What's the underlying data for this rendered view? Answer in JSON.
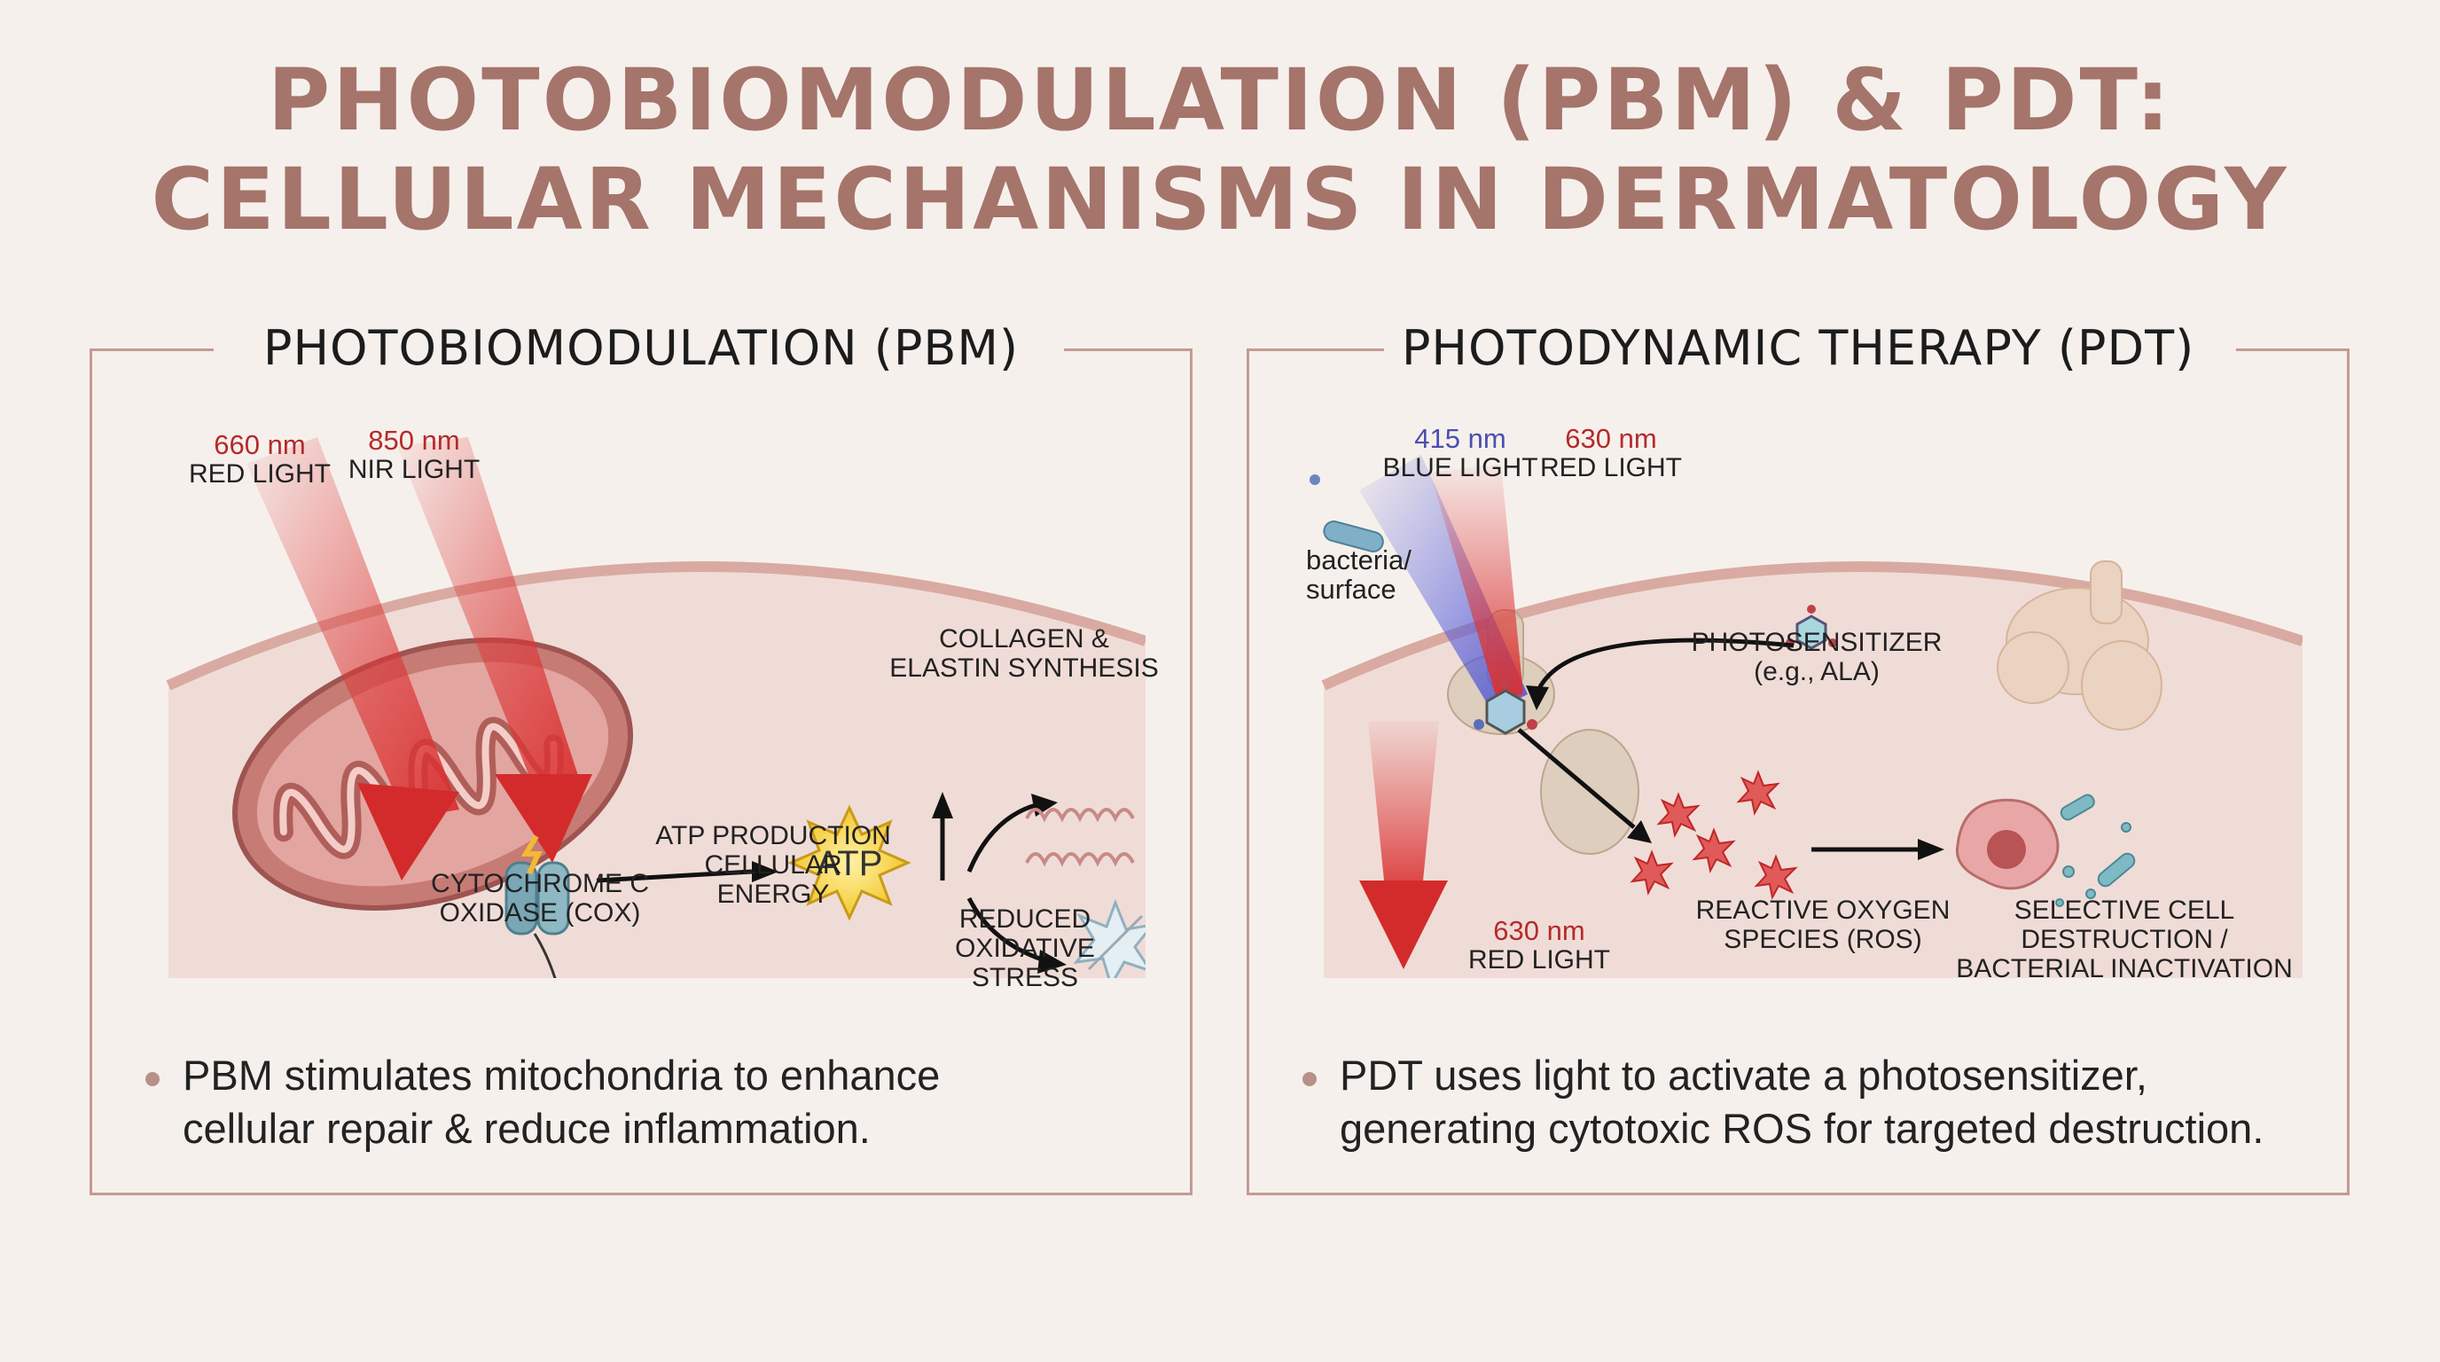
{
  "title": {
    "line1": "PHOTOBIOMODULATION (PBM) & PDT:",
    "line2": "CELLULAR MECHANISMS IN DERMATOLOGY"
  },
  "pbm": {
    "heading": "PHOTOBIOMODULATION (PBM)",
    "light1": {
      "wavelength": "660 nm",
      "label": "RED LIGHT"
    },
    "light2": {
      "wavelength": "850 nm",
      "label": "NIR LIGHT"
    },
    "cox": {
      "line1": "CYTOCHROME C",
      "line2": "OXIDASE (COX)"
    },
    "atp_badge": "ATP",
    "atp": {
      "line1": "ATP PRODUCTION",
      "line2": "CELLULAR",
      "line3": "ENERGY"
    },
    "collagen": {
      "line1": "COLLAGEN &",
      "line2": "ELASTIN SYNTHESIS"
    },
    "oxidative": {
      "line1": "REDUCED",
      "line2": "OXIDATIVE",
      "line3": "STRESS"
    },
    "bullet_line1": "PBM stimulates mitochondria to enhance",
    "bullet_line2": "cellular repair & reduce inflammation."
  },
  "pdt": {
    "heading": "PHOTODYNAMIC THERAPY (PDT)",
    "blue": {
      "wavelength": "415 nm",
      "label": "BLUE LIGHT"
    },
    "red": {
      "wavelength": "630 nm",
      "label": "RED LIGHT"
    },
    "bacteria": {
      "line1": "bacteria/",
      "line2": "surface"
    },
    "photosensitizer": {
      "line1": "PHOTOSENSITIZER",
      "line2": "(e.g., ALA)"
    },
    "deep_red": {
      "wavelength": "630 nm",
      "label": "RED LIGHT"
    },
    "ros": {
      "line1": "REACTIVE OXYGEN",
      "line2": "SPECIES (ROS)"
    },
    "destruction": {
      "line1": "SELECTIVE CELL",
      "line2": "DESTRUCTION /",
      "line3": "BACTERIAL INACTIVATION"
    },
    "bullet_line1": "PDT uses light to activate a photosensitizer,",
    "bullet_line2": "generating cytotoxic ROS for targeted destruction."
  },
  "colors": {
    "title": "#a5746b",
    "frame": "#c49a93",
    "red_light": "#d93a3a",
    "blue_light": "#5a5fd6",
    "skin": "#f2dfda"
  }
}
